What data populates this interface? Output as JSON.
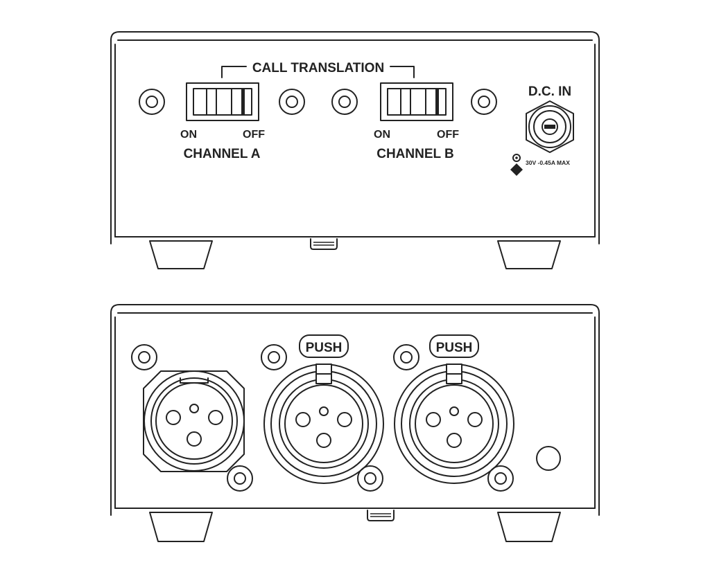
{
  "front_panel": {
    "call_translation": "CALL TRANSLATION",
    "dc_in": "D.C. IN",
    "rating": "30V -0.45A MAX",
    "channel_a": {
      "name": "CHANNEL A",
      "on": "ON",
      "off": "OFF"
    },
    "channel_b": {
      "name": "CHANNEL B",
      "on": "ON",
      "off": "OFF"
    }
  },
  "rear_panel": {
    "push_left": "PUSH",
    "push_right": "PUSH"
  }
}
